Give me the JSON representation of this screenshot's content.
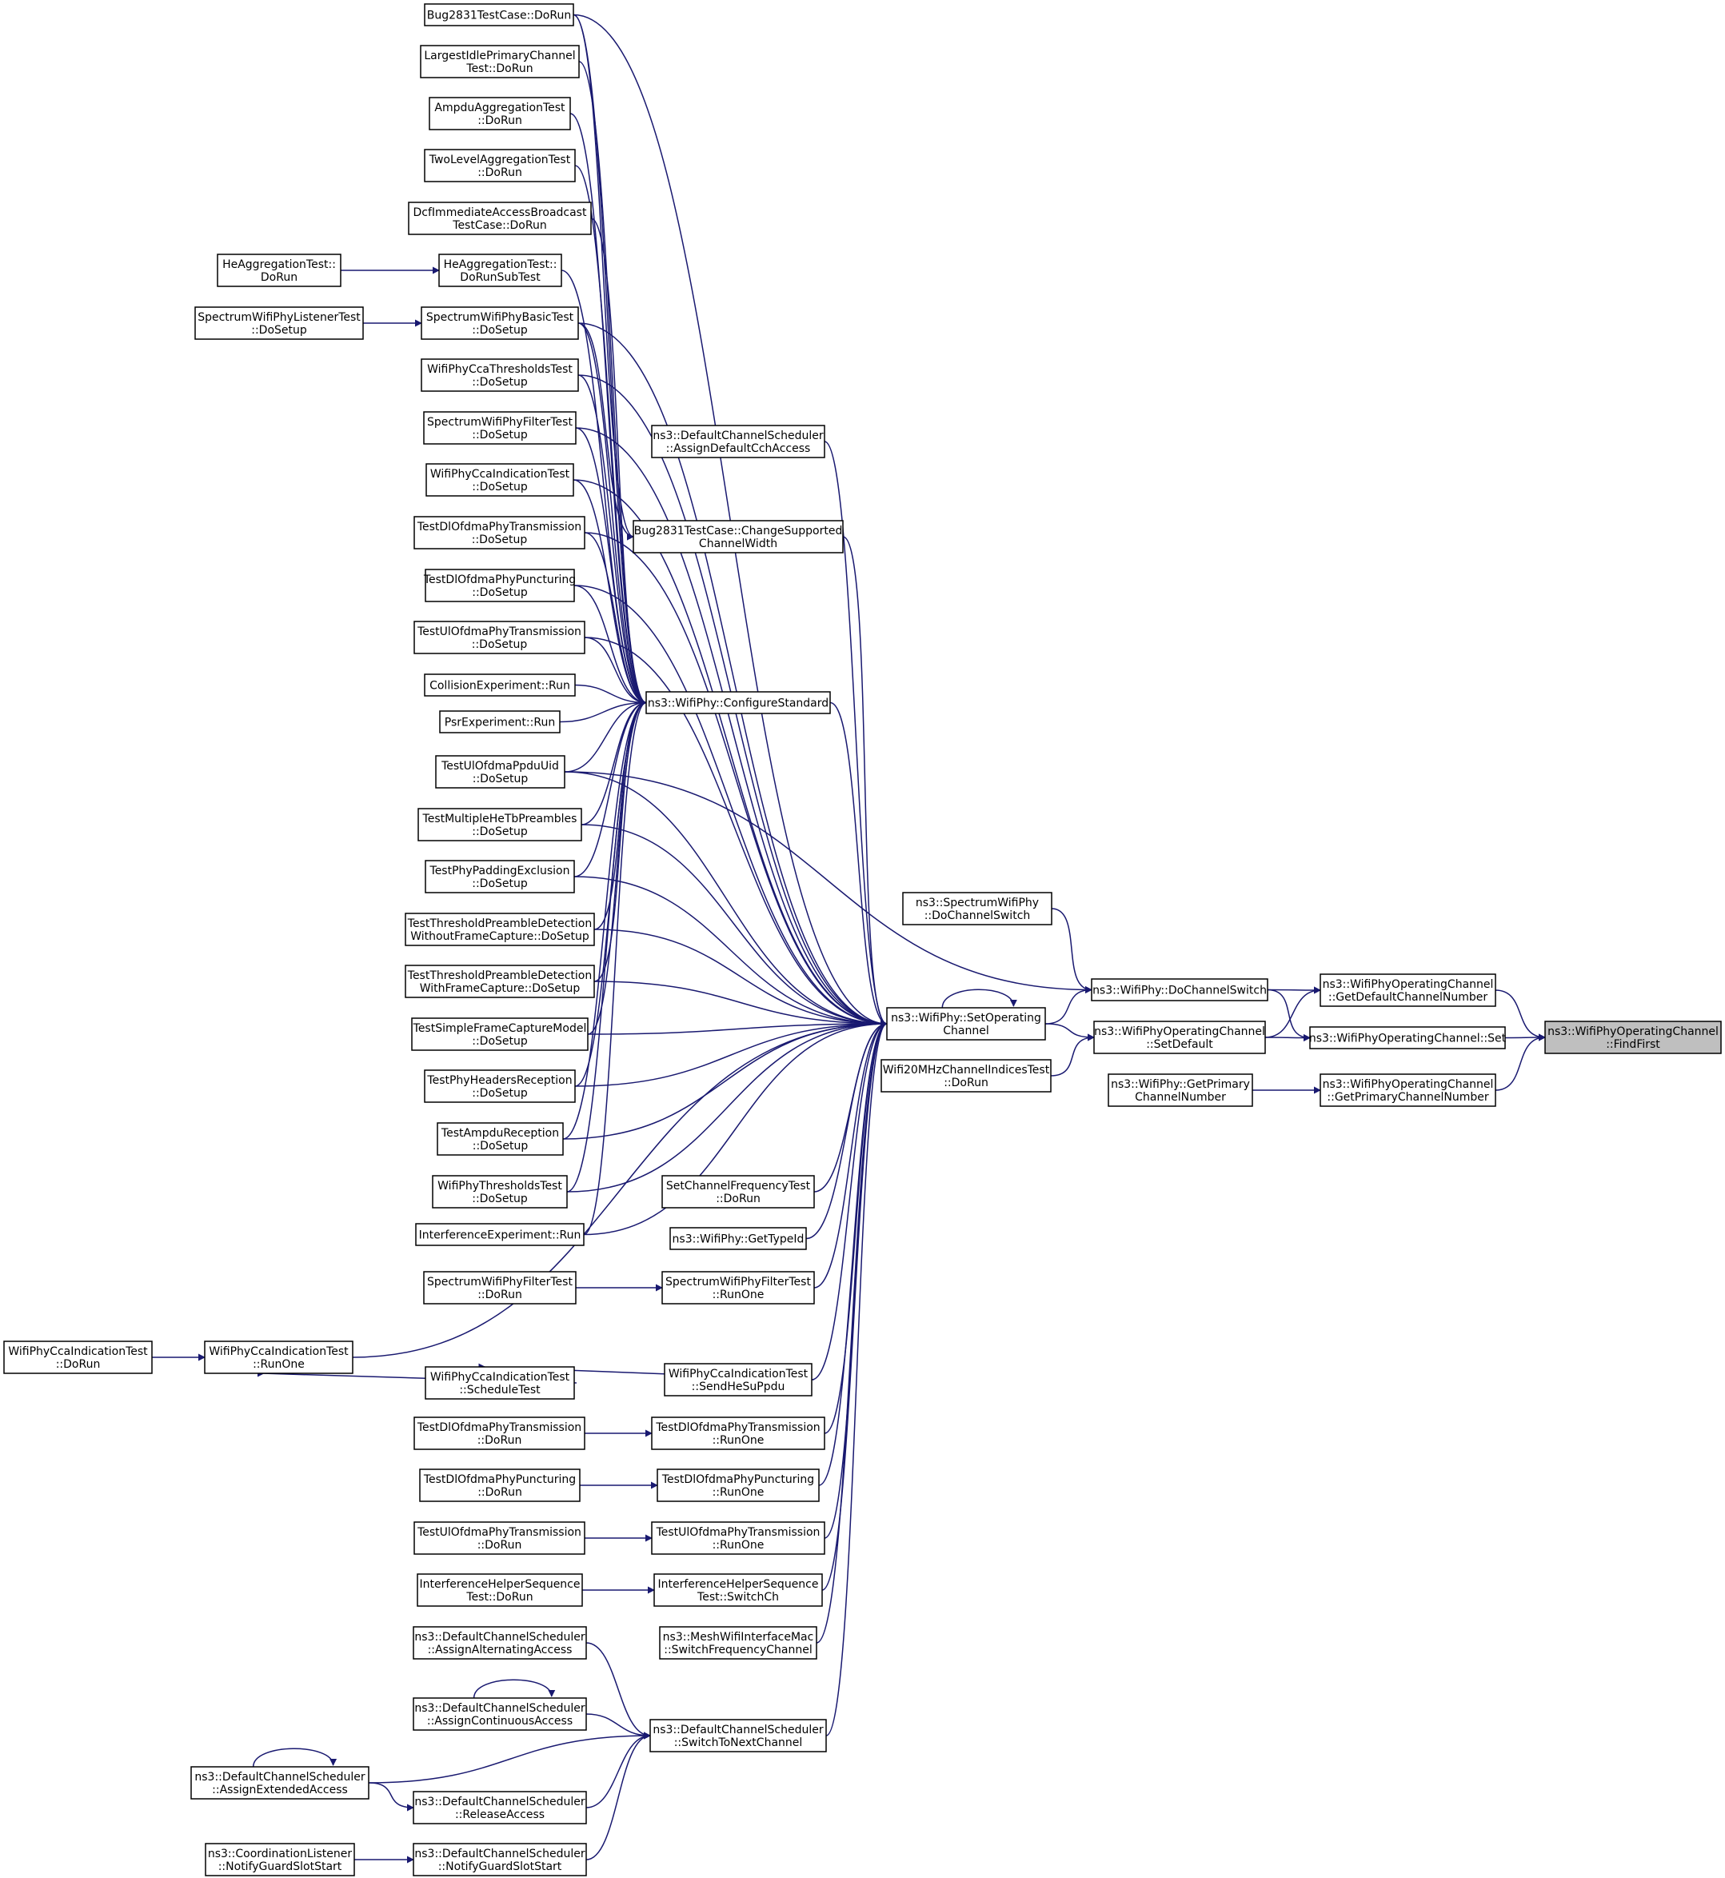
{
  "colors": {
    "edge": "#191970",
    "focus_fill": "#bfbfbf",
    "node_fill": "#ffffff",
    "node_stroke": "#000000"
  },
  "nodes": [
    {
      "id": "n1",
      "l1": "Bug2831TestCase::DoRun",
      "l2": ""
    },
    {
      "id": "n2",
      "l1": "LargestIdlePrimaryChannel",
      "l2": "Test::DoRun"
    },
    {
      "id": "n3",
      "l1": "AmpduAggregationTest",
      "l2": "::DoRun"
    },
    {
      "id": "n4",
      "l1": "TwoLevelAggregationTest",
      "l2": "::DoRun"
    },
    {
      "id": "n5",
      "l1": "DcfImmediateAccessBroadcast",
      "l2": "TestCase::DoRun"
    },
    {
      "id": "n6",
      "l1": "HeAggregationTest::",
      "l2": "DoRunSubTest"
    },
    {
      "id": "n7",
      "l1": "HeAggregationTest::",
      "l2": "DoRun"
    },
    {
      "id": "n8",
      "l1": "SpectrumWifiPhyBasicTest",
      "l2": "::DoSetup"
    },
    {
      "id": "n9",
      "l1": "SpectrumWifiPhyListenerTest",
      "l2": "::DoSetup"
    },
    {
      "id": "n10",
      "l1": "WifiPhyCcaThresholdsTest",
      "l2": "::DoSetup"
    },
    {
      "id": "n11",
      "l1": "SpectrumWifiPhyFilterTest",
      "l2": "::DoSetup"
    },
    {
      "id": "n12",
      "l1": "WifiPhyCcaIndicationTest",
      "l2": "::DoSetup"
    },
    {
      "id": "n13",
      "l1": "TestDlOfdmaPhyTransmission",
      "l2": "::DoSetup"
    },
    {
      "id": "n14",
      "l1": "TestDlOfdmaPhyPuncturing",
      "l2": "::DoSetup"
    },
    {
      "id": "n15",
      "l1": "TestUlOfdmaPhyTransmission",
      "l2": "::DoSetup"
    },
    {
      "id": "n16",
      "l1": "CollisionExperiment::Run",
      "l2": ""
    },
    {
      "id": "n17",
      "l1": "PsrExperiment::Run",
      "l2": ""
    },
    {
      "id": "n18",
      "l1": "TestUlOfdmaPpduUid",
      "l2": "::DoSetup"
    },
    {
      "id": "n19",
      "l1": "TestMultipleHeTbPreambles",
      "l2": "::DoSetup"
    },
    {
      "id": "n20",
      "l1": "TestPhyPaddingExclusion",
      "l2": "::DoSetup"
    },
    {
      "id": "n21",
      "l1": "TestThresholdPreambleDetection",
      "l2": "WithoutFrameCapture::DoSetup"
    },
    {
      "id": "n22",
      "l1": "TestThresholdPreambleDetection",
      "l2": "WithFrameCapture::DoSetup"
    },
    {
      "id": "n23",
      "l1": "TestSimpleFrameCaptureModel",
      "l2": "::DoSetup"
    },
    {
      "id": "n24",
      "l1": "TestPhyHeadersReception",
      "l2": "::DoSetup"
    },
    {
      "id": "n25",
      "l1": "TestAmpduReception",
      "l2": "::DoSetup"
    },
    {
      "id": "n26",
      "l1": "WifiPhyThresholdsTest",
      "l2": "::DoSetup"
    },
    {
      "id": "n27",
      "l1": "InterferenceExperiment::Run",
      "l2": ""
    },
    {
      "id": "n28",
      "l1": "SpectrumWifiPhyFilterTest",
      "l2": "::DoRun"
    },
    {
      "id": "n29",
      "l1": "WifiPhyCcaIndicationTest",
      "l2": "::DoRun"
    },
    {
      "id": "n30",
      "l1": "WifiPhyCcaIndicationTest",
      "l2": "::RunOne"
    },
    {
      "id": "n31",
      "l1": "WifiPhyCcaIndicationTest",
      "l2": "::ScheduleTest"
    },
    {
      "id": "n32",
      "l1": "TestDlOfdmaPhyTransmission",
      "l2": "::DoRun"
    },
    {
      "id": "n33",
      "l1": "TestDlOfdmaPhyPuncturing",
      "l2": "::DoRun"
    },
    {
      "id": "n34",
      "l1": "TestUlOfdmaPhyTransmission",
      "l2": "::DoRun"
    },
    {
      "id": "n35",
      "l1": "InterferenceHelperSequence",
      "l2": "Test::DoRun"
    },
    {
      "id": "n36",
      "l1": "ns3::DefaultChannelScheduler",
      "l2": "::AssignAlternatingAccess"
    },
    {
      "id": "n37",
      "l1": "ns3::DefaultChannelScheduler",
      "l2": "::AssignContinuousAccess"
    },
    {
      "id": "n38",
      "l1": "ns3::DefaultChannelScheduler",
      "l2": "::AssignExtendedAccess"
    },
    {
      "id": "n39",
      "l1": "ns3::DefaultChannelScheduler",
      "l2": "::ReleaseAccess"
    },
    {
      "id": "n40",
      "l1": "ns3::CoordinationListener",
      "l2": "::NotifyGuardSlotStart"
    },
    {
      "id": "n41",
      "l1": "ns3::DefaultChannelScheduler",
      "l2": "::NotifyGuardSlotStart"
    },
    {
      "id": "n42",
      "l1": "ns3::DefaultChannelScheduler",
      "l2": "::AssignDefaultCchAccess"
    },
    {
      "id": "n43",
      "l1": "Bug2831TestCase::ChangeSupported",
      "l2": "ChannelWidth"
    },
    {
      "id": "n44",
      "l1": "ns3::WifiPhy::ConfigureStandard",
      "l2": ""
    },
    {
      "id": "n45",
      "l1": "SetChannelFrequencyTest",
      "l2": "::DoRun"
    },
    {
      "id": "n46",
      "l1": "ns3::WifiPhy::GetTypeId",
      "l2": ""
    },
    {
      "id": "n47",
      "l1": "SpectrumWifiPhyFilterTest",
      "l2": "::RunOne"
    },
    {
      "id": "n48",
      "l1": "WifiPhyCcaIndicationTest",
      "l2": "::SendHeSuPpdu"
    },
    {
      "id": "n49",
      "l1": "TestDlOfdmaPhyTransmission",
      "l2": "::RunOne"
    },
    {
      "id": "n50",
      "l1": "TestDlOfdmaPhyPuncturing",
      "l2": "::RunOne"
    },
    {
      "id": "n51",
      "l1": "TestUlOfdmaPhyTransmission",
      "l2": "::RunOne"
    },
    {
      "id": "n52",
      "l1": "InterferenceHelperSequence",
      "l2": "Test::SwitchCh"
    },
    {
      "id": "n53",
      "l1": "ns3::MeshWifiInterfaceMac",
      "l2": "::SwitchFrequencyChannel"
    },
    {
      "id": "n54",
      "l1": "ns3::DefaultChannelScheduler",
      "l2": "::SwitchToNextChannel"
    },
    {
      "id": "n55",
      "l1": "ns3::SpectrumWifiPhy",
      "l2": "::DoChannelSwitch"
    },
    {
      "id": "n56",
      "l1": "ns3::WifiPhy::SetOperating",
      "l2": "Channel"
    },
    {
      "id": "n57",
      "l1": "Wifi20MHzChannelIndicesTest",
      "l2": "::DoRun"
    },
    {
      "id": "n58",
      "l1": "ns3::WifiPhy::DoChannelSwitch",
      "l2": ""
    },
    {
      "id": "n59",
      "l1": "ns3::WifiPhyOperatingChannel",
      "l2": "::SetDefault"
    },
    {
      "id": "n60",
      "l1": "ns3::WifiPhy::GetPrimary",
      "l2": "ChannelNumber"
    },
    {
      "id": "n61",
      "l1": "ns3::WifiPhyOperatingChannel",
      "l2": "::GetDefaultChannelNumber"
    },
    {
      "id": "n62",
      "l1": "ns3::WifiPhyOperatingChannel::Set",
      "l2": ""
    },
    {
      "id": "n63",
      "l1": "ns3::WifiPhyOperatingChannel",
      "l2": "::GetPrimaryChannelNumber"
    },
    {
      "id": "n64",
      "l1": "ns3::WifiPhyOperatingChannel",
      "l2": "::FindFirst"
    }
  ]
}
